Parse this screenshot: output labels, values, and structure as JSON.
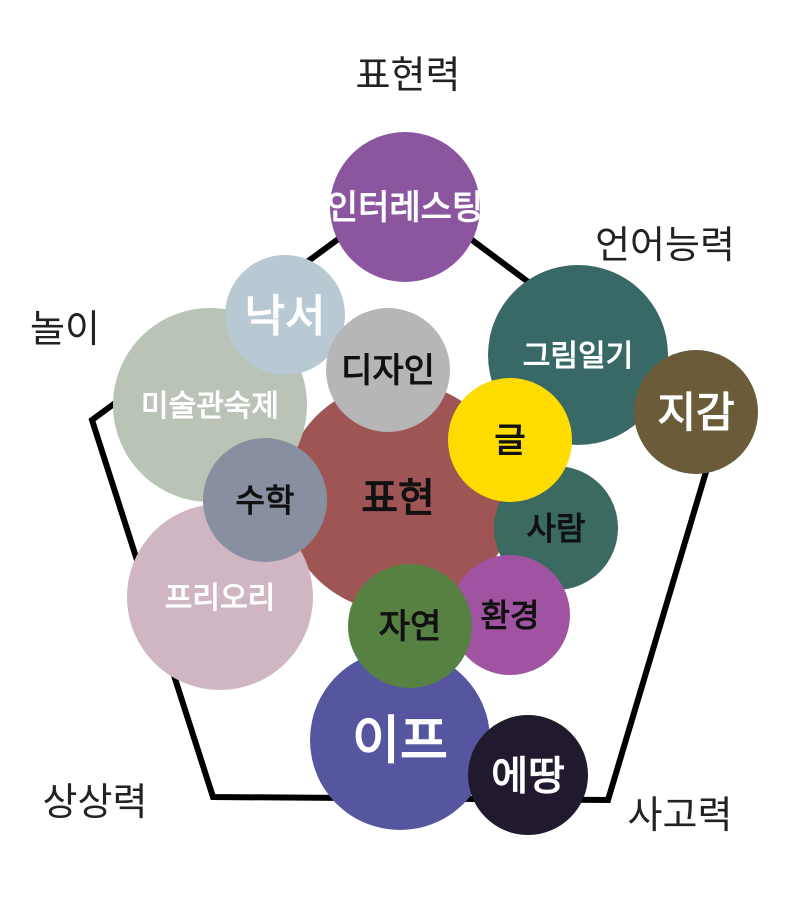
{
  "axes": [
    "표현력",
    "언어능력",
    "놀이",
    "상상력",
    "사고력"
  ],
  "nodes": [
    {
      "label": "표현",
      "color": "#a05555",
      "text_color": "#111111",
      "bold": false
    },
    {
      "label": "미술관숙제",
      "color": "#b9c4b6",
      "text_color": "#ffffff",
      "bold": true
    },
    {
      "label": "낙서",
      "color": "#b9c9d3",
      "text_color": "#ffffff",
      "bold": true
    },
    {
      "label": "프리오리",
      "color": "#cfb6c2",
      "text_color": "#ffffff",
      "bold": true
    },
    {
      "label": "수학",
      "color": "#878fa0",
      "text_color": "#111111",
      "bold": true
    },
    {
      "label": "디자인",
      "color": "#b6b6b6",
      "text_color": "#111111",
      "bold": true
    },
    {
      "label": "인터레스팅",
      "color": "#8b559f",
      "text_color": "#ffffff",
      "bold": true
    },
    {
      "label": "그림일기",
      "color": "#396967",
      "text_color": "#ffffff",
      "bold": true
    },
    {
      "label": "지감",
      "color": "#6b5b39",
      "text_color": "#ffffff",
      "bold": true
    },
    {
      "label": "사람",
      "color": "#3a6a60",
      "text_color": "#111111",
      "bold": true
    },
    {
      "label": "글",
      "color": "#fedc00",
      "text_color": "#111111",
      "bold": true
    },
    {
      "label": "환경",
      "color": "#a053a0",
      "text_color": "#111111",
      "bold": true
    },
    {
      "label": "이프",
      "color": "#5656a0",
      "text_color": "#ffffff",
      "bold": false
    },
    {
      "label": "에땅",
      "color": "#211a2f",
      "text_color": "#ffffff",
      "bold": true
    },
    {
      "label": "자연",
      "color": "#568142",
      "text_color": "#111111",
      "bold": true
    }
  ]
}
